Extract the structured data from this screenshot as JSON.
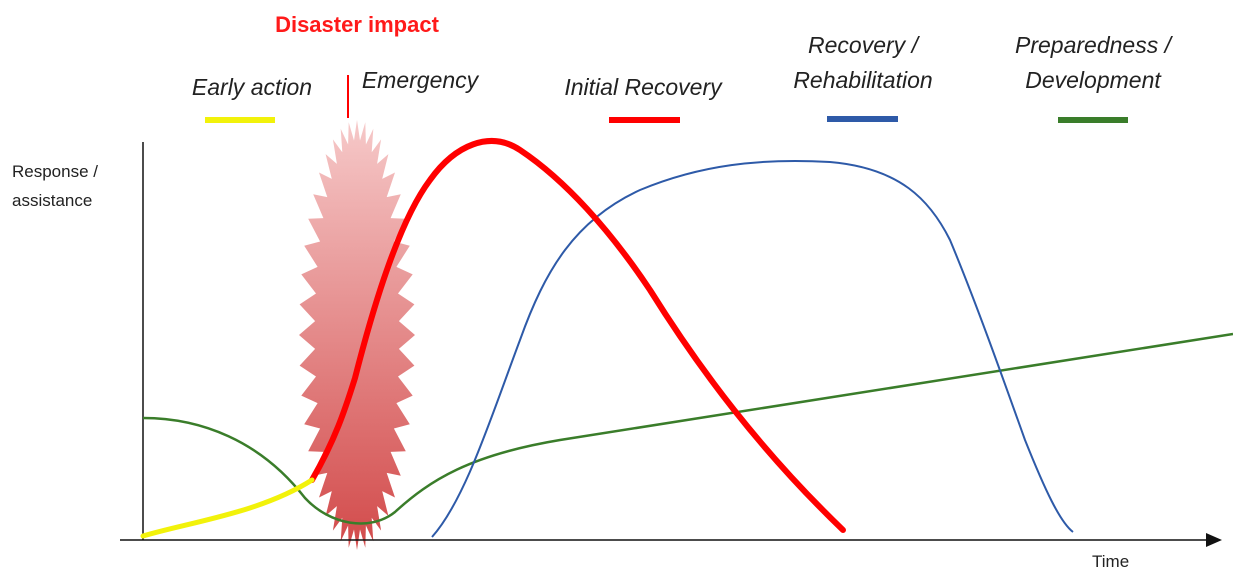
{
  "title": "Disaster impact",
  "axes": {
    "y_label_line1": "Response /",
    "y_label_line2": "assistance",
    "x_label": "Time"
  },
  "phases": [
    {
      "key": "early",
      "lines": [
        "Early action"
      ],
      "color": "#f2f20a"
    },
    {
      "key": "emergency",
      "lines": [
        "Emergency"
      ],
      "color": "#ff0000"
    },
    {
      "key": "initial",
      "lines": [
        "Initial Recovery"
      ],
      "color": "#ff0000"
    },
    {
      "key": "recovery",
      "lines": [
        "Recovery /",
        "Rehabilitation"
      ],
      "color": "#2e5aa8"
    },
    {
      "key": "preparedness",
      "lines": [
        "Preparedness /",
        "Development"
      ],
      "color": "#3a7d2a"
    }
  ],
  "colors": {
    "impact_text": "#ff1a1a",
    "early_action": "#f2f20a",
    "initial_recovery": "#ff0000",
    "recovery": "#2e5aa8",
    "preparedness": "#3a7d2a",
    "burst_top": "#f6c9c9",
    "burst_bottom": "#d24a4a",
    "axis": "#111111"
  },
  "icons": {
    "disaster_burst": "starburst-icon",
    "axis_arrow": "arrow-right-icon"
  }
}
